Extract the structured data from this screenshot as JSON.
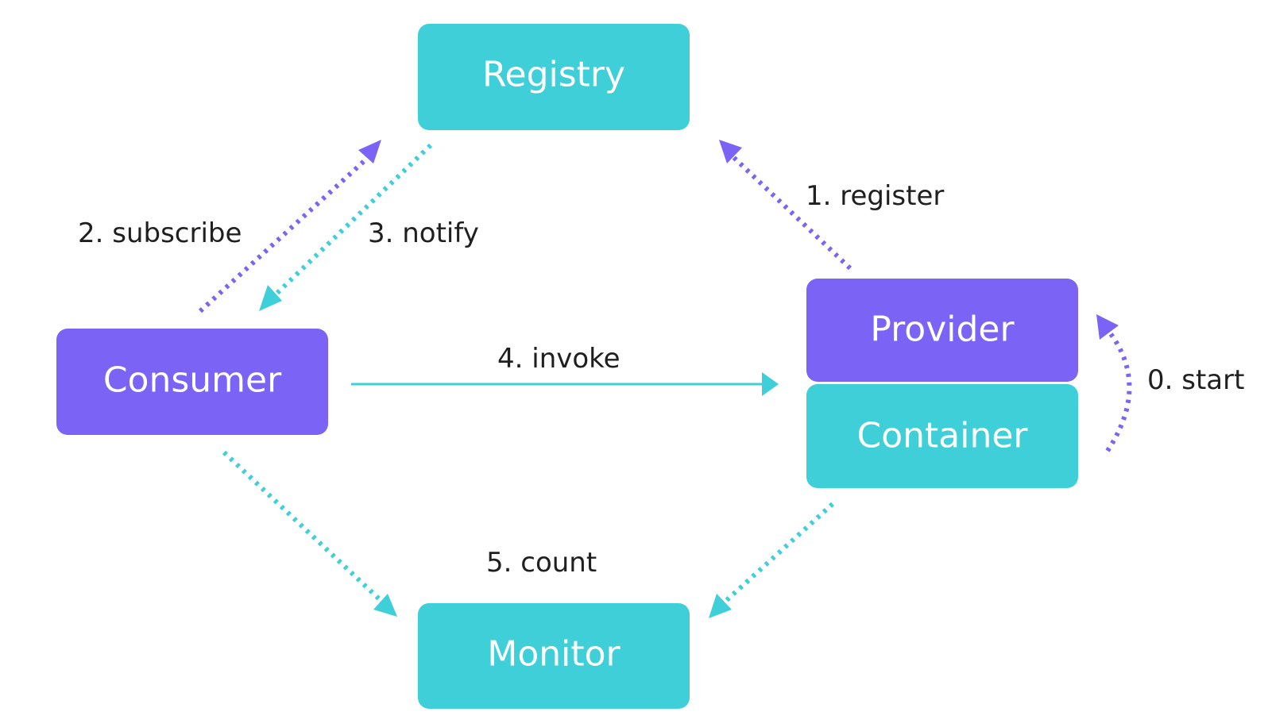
{
  "colors": {
    "teal": "#3ecfd8",
    "purple": "#7b63f6",
    "label": "#1f1f1f"
  },
  "nodes": {
    "registry": "Registry",
    "consumer": "Consumer",
    "provider": "Provider",
    "container": "Container",
    "monitor": "Monitor"
  },
  "edges": {
    "start": "0. start",
    "register": "1. register",
    "subscribe": "2. subscribe",
    "notify": "3. notify",
    "invoke": "4. invoke",
    "count": "5. count"
  }
}
